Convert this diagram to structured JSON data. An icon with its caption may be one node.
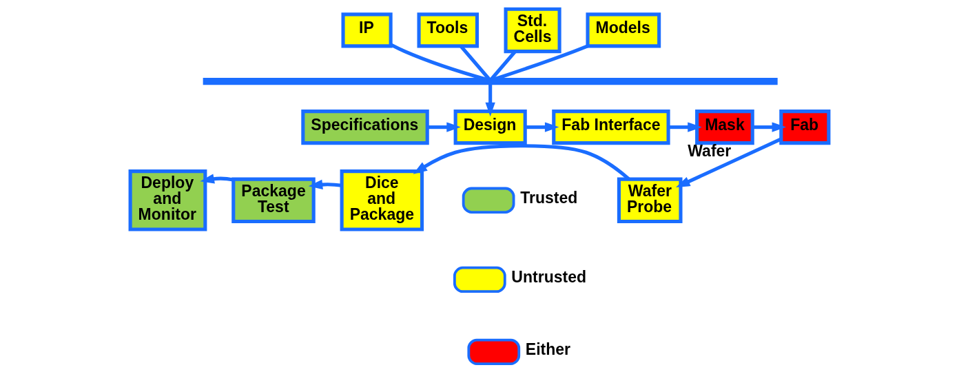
{
  "diagram": {
    "nodes": [
      {
        "text": [
          "IP"
        ]
      },
      {
        "text": [
          "Tools"
        ]
      },
      {
        "text": [
          "Std. Cells"
        ]
      },
      {
        "text": [
          "Models"
        ]
      },
      {
        "text": [],
        "shape": "bar"
      },
      {
        "text": [
          "Specifications"
        ]
      },
      {
        "text": [
          "Design"
        ]
      },
      {
        "text": [
          "Fab Interface"
        ]
      },
      {
        "text": [
          "Mask"
        ]
      },
      {
        "text": [
          "Fab"
        ]
      },
      {
        "text": [
          "Wafer Probe"
        ]
      },
      {
        "text": [
          "Dice and Package"
        ]
      },
      {
        "text": [
          "Package Test"
        ]
      },
      {
        "text": [
          "Deploy and Monitor"
        ]
      }
    ],
    "edges": [
      {
        "from": 0,
        "to": 4,
        "arrow": "none"
      },
      {
        "from": 1,
        "to": 4,
        "arrow": "none"
      },
      {
        "from": 2,
        "to": 4,
        "arrow": "none"
      },
      {
        "from": 3,
        "to": 4,
        "arrow": "none"
      },
      {
        "from": 4,
        "to": 6,
        "arrow": "to"
      },
      {
        "from": 5,
        "to": 6,
        "arrow": "to"
      },
      {
        "from": 6,
        "to": 7,
        "arrow": "to"
      },
      {
        "from": 7,
        "to": 8,
        "arrow": "to"
      },
      {
        "from": 8,
        "to": 9,
        "arrow": "to"
      },
      {
        "from": 9,
        "to": 10,
        "arrow": "to",
        "label": "Wafer"
      },
      {
        "from": 10,
        "to": 11,
        "arrow": "to"
      },
      {
        "from": 11,
        "to": 12,
        "arrow": "to"
      },
      {
        "from": 12,
        "to": 13,
        "arrow": "to"
      }
    ],
    "legend": [
      {
        "text": "Trusted",
        "color": "#92d050"
      },
      {
        "text": "Untrusted",
        "color": "#ffff00"
      },
      {
        "text": "Either",
        "color": "#ff0000"
      }
    ]
  }
}
